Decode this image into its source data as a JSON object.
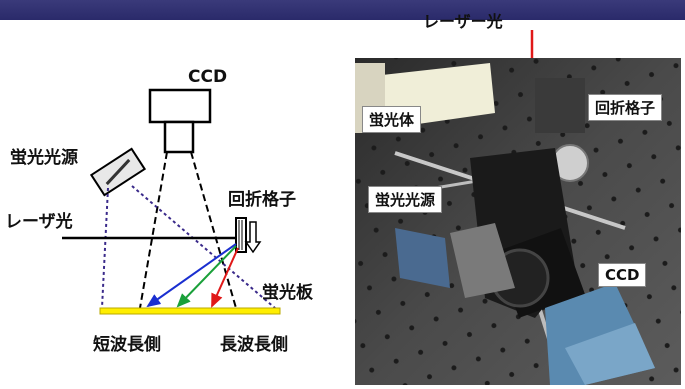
{
  "diagram": {
    "ccd": "CCD",
    "fluor_source": "蛍光光源",
    "laser": "レーザ光",
    "grating": "回折格子",
    "fluor_plate": "蛍光板",
    "short_side": "短波長側",
    "long_side": "長波長側"
  },
  "photo": {
    "laser": "レーザー光",
    "fluor_body": "蛍光体",
    "grating": "回折格子",
    "fluor_source": "蛍光光源",
    "ccd": "CCD"
  },
  "colors": {
    "header": "#2a2a6a",
    "plate": "#ffee00",
    "beam_blue": "#1a2fd0",
    "beam_green": "#1aa03a",
    "beam_red": "#e01818",
    "dotted_purple": "#3a2a8a",
    "laser_arrow": "#e01818"
  }
}
